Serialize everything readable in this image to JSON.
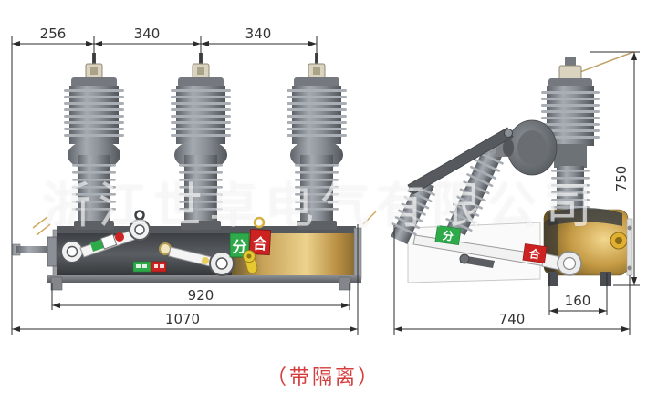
{
  "watermark": {
    "text": "浙江世卓电气有限公司"
  },
  "caption": {
    "text": "（带隔离）"
  },
  "front_view": {
    "dimensions": {
      "left_offset": "256",
      "pole_pitch_1": "340",
      "pole_pitch_2": "340",
      "mounting_width": "920",
      "overall_width": "1070"
    },
    "labels": {
      "open_indicator": "分",
      "close_indicator": "合"
    }
  },
  "side_view": {
    "dimensions": {
      "overall_height": "750",
      "foot_spacing": "160",
      "overall_depth": "740"
    },
    "labels": {
      "open_indicator": "分",
      "close_indicator": "合"
    }
  },
  "colors": {
    "caption_red": "#d43c3c",
    "indicator_green": "#2eaa4a",
    "indicator_red": "#cc2222",
    "brass_gold": "#c9a050",
    "insulator_gray": "#898e94",
    "dimension_line": "#2b2b2b"
  }
}
